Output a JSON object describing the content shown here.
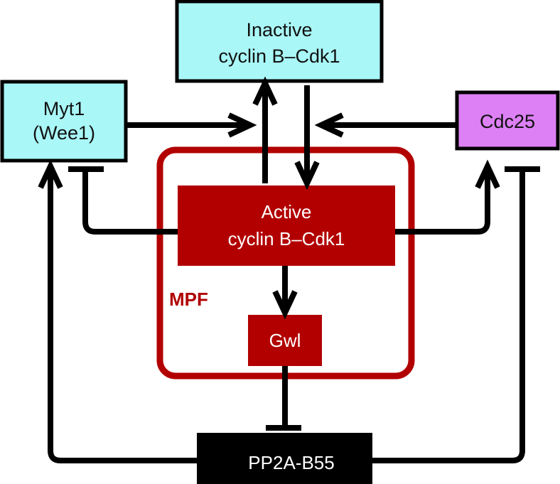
{
  "diagram": {
    "nodes": {
      "inactive": {
        "line1": "Inactive",
        "line2": "cyclin B–Cdk1",
        "color": "#aaf7f7"
      },
      "myt1": {
        "line1": "Myt1",
        "line2": "(Wee1)",
        "color": "#aaf7f7"
      },
      "cdc25": {
        "label": "Cdc25",
        "color": "#dd80f5"
      },
      "active": {
        "line1": "Active",
        "line2": "cyclin B–Cdk1",
        "color": "#b20000"
      },
      "gwl": {
        "label": "Gwl",
        "color": "#b20000"
      },
      "pp2a": {
        "label": "PP2A-B55",
        "color": "#000000"
      }
    },
    "group": {
      "label": "MPF",
      "color": "#b20000"
    },
    "edges": [
      {
        "from": "myt1",
        "to": "inactive-conversion",
        "type": "activation"
      },
      {
        "from": "cdc25",
        "to": "active-conversion",
        "type": "activation"
      },
      {
        "from": "active",
        "to": "inactive",
        "type": "activation"
      },
      {
        "from": "inactive",
        "to": "active",
        "type": "activation"
      },
      {
        "from": "active",
        "to": "myt1",
        "type": "inhibition"
      },
      {
        "from": "active",
        "to": "cdc25",
        "type": "activation"
      },
      {
        "from": "active",
        "to": "gwl",
        "type": "activation"
      },
      {
        "from": "gwl",
        "to": "pp2a",
        "type": "inhibition"
      },
      {
        "from": "pp2a",
        "to": "myt1",
        "type": "activation"
      },
      {
        "from": "pp2a",
        "to": "cdc25",
        "type": "inhibition"
      }
    ]
  }
}
